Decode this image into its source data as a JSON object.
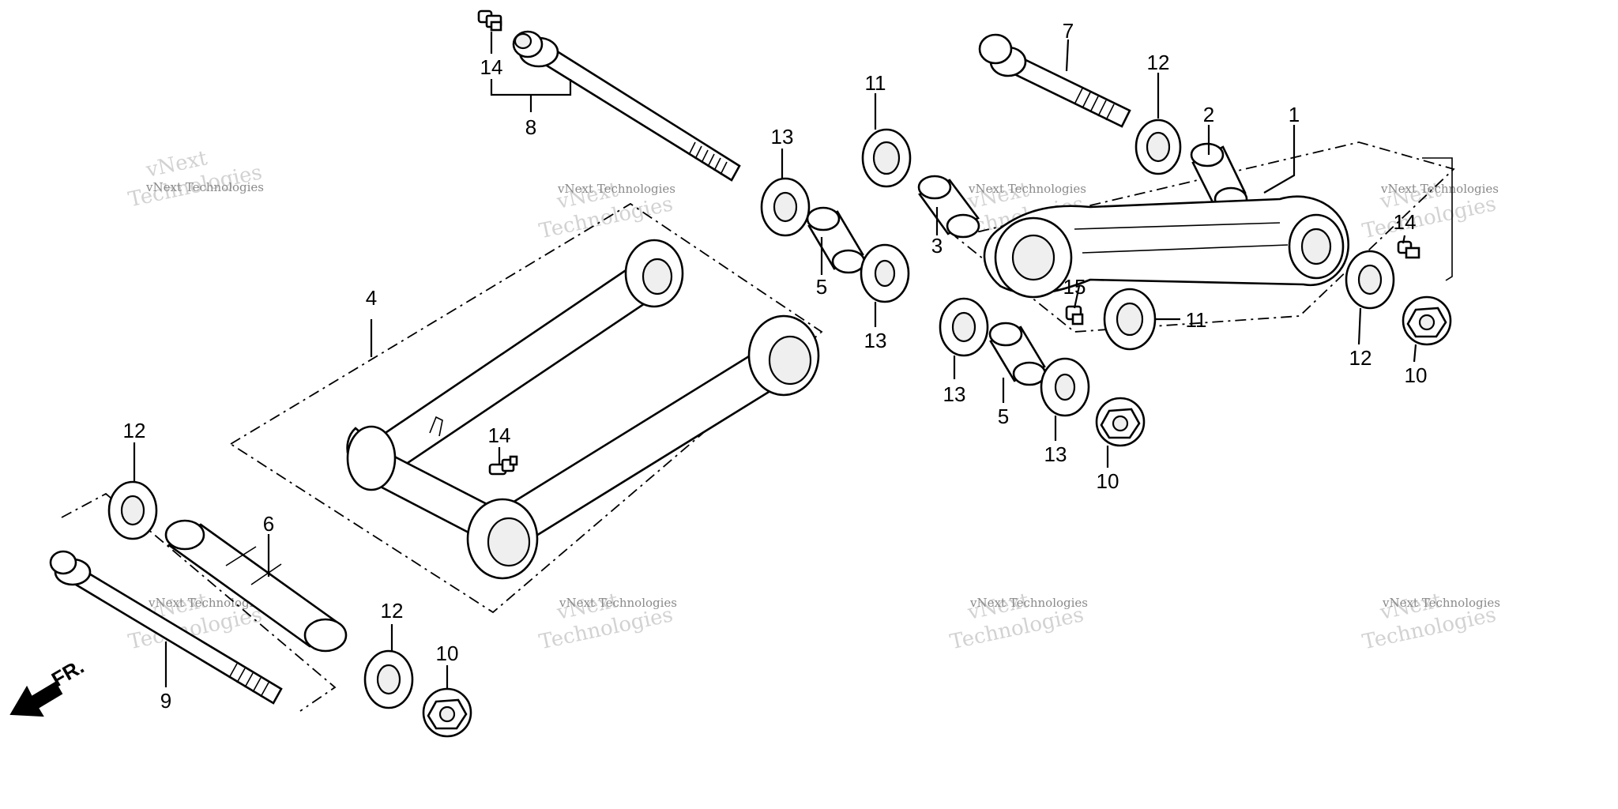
{
  "callouts": {
    "c1": "1",
    "c2": "2",
    "c3": "3",
    "c4": "4",
    "c5a": "5",
    "c5b": "5",
    "c6": "6",
    "c7": "7",
    "c8": "8",
    "c9": "9",
    "c10a": "10",
    "c10b": "10",
    "c10c": "10",
    "c11a": "11",
    "c11b": "11",
    "c12a": "12",
    "c12b": "12",
    "c12c": "12",
    "c12d": "12",
    "c13a": "13",
    "c13b": "13",
    "c13c": "13",
    "c13d": "13",
    "c14a": "14",
    "c14b": "14",
    "c14c": "14",
    "c15": "15"
  },
  "front_arrow_label": "FR.",
  "watermark": {
    "line1": "vNext Technologies",
    "line2": "vNext",
    "line3": "Technologies"
  }
}
